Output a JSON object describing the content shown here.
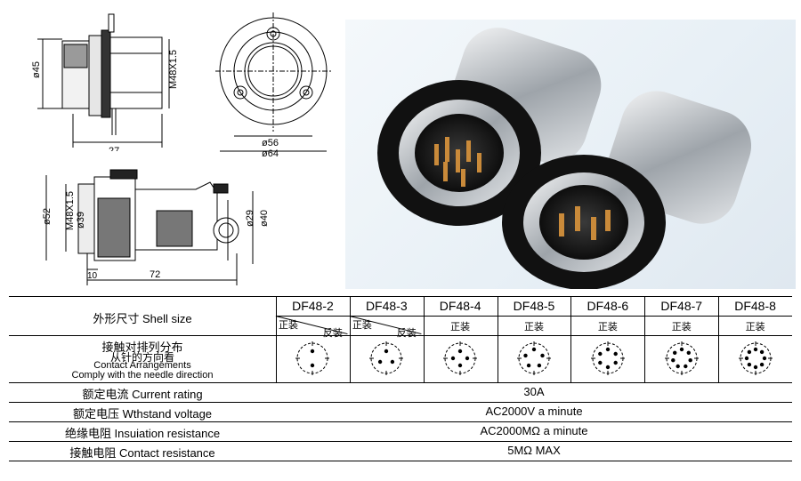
{
  "drawing1": {
    "dia": "ø45",
    "thread": "M48X1.5",
    "length": "27"
  },
  "drawing2": {
    "d56": "ø56",
    "d64": "ø64"
  },
  "drawing3": {
    "d52": "ø52",
    "thread": "M48X1.5",
    "d39": "ø39",
    "d29": "ø29",
    "d40": "ø40",
    "l10": "10",
    "l72": "72"
  },
  "table": {
    "shell_size_label": "外形尺寸 Shell size",
    "models": [
      "DF48-2",
      "DF48-3",
      "DF48-4",
      "DF48-5",
      "DF48-6",
      "DF48-7",
      "DF48-8"
    ],
    "front_label": "正装",
    "reverse_label": "反装",
    "arrangement_label_cn1": "接触对排列分布",
    "arrangement_label_cn2": "从针的方向看",
    "arrangement_label_en1": "Contact Arrangements",
    "arrangement_label_en2": "Comply with the needle direction",
    "current_label": "额定电流 Current rating",
    "current_value": "30A",
    "voltage_label": "额定电压 Wthstand voltage",
    "voltage_value": "AC2000V a minute",
    "insulation_label": "绝缘电阻 Insuiation resistance",
    "insulation_value": "AC2000MΩ a minute",
    "contact_label": "接触电阻 Contact resistance",
    "contact_value": "5MΩ MAX"
  },
  "colors": {
    "line": "#000000",
    "metal": "#c9cdd2",
    "dark": "#1a1a1a",
    "gold": "#c98a3a"
  }
}
